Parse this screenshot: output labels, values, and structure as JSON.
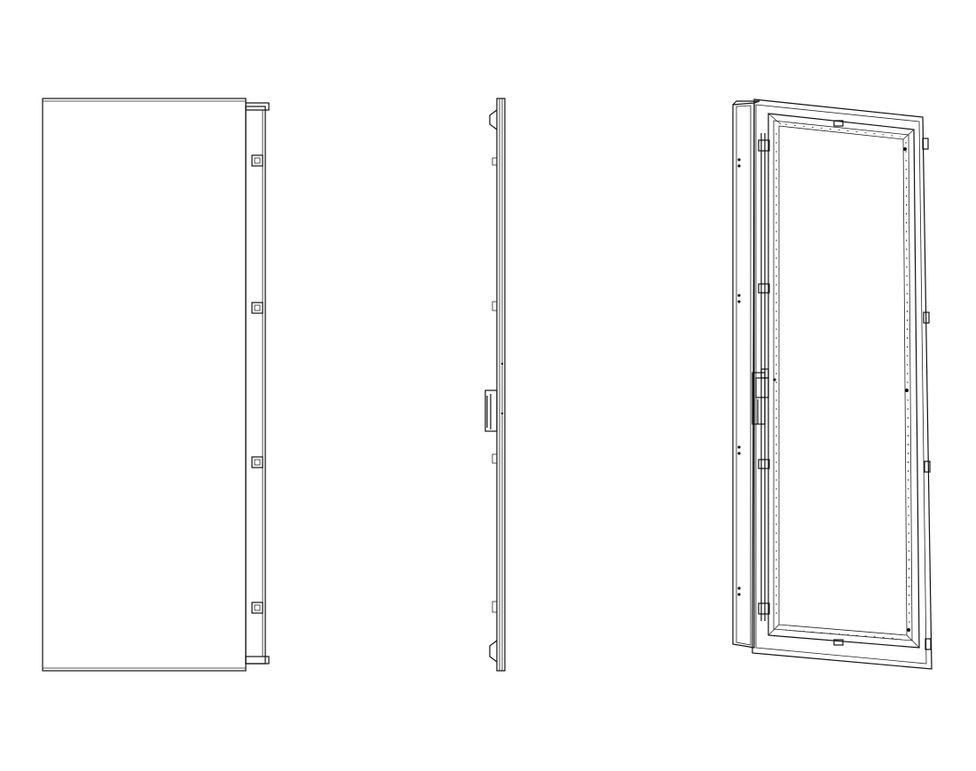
{
  "views": [
    {
      "name": "front-view",
      "description_label": ""
    },
    {
      "name": "side-view",
      "description_label": ""
    },
    {
      "name": "inner-view",
      "description_label": ""
    }
  ],
  "colors": {
    "background": "#ffffff",
    "line": "#111111"
  }
}
